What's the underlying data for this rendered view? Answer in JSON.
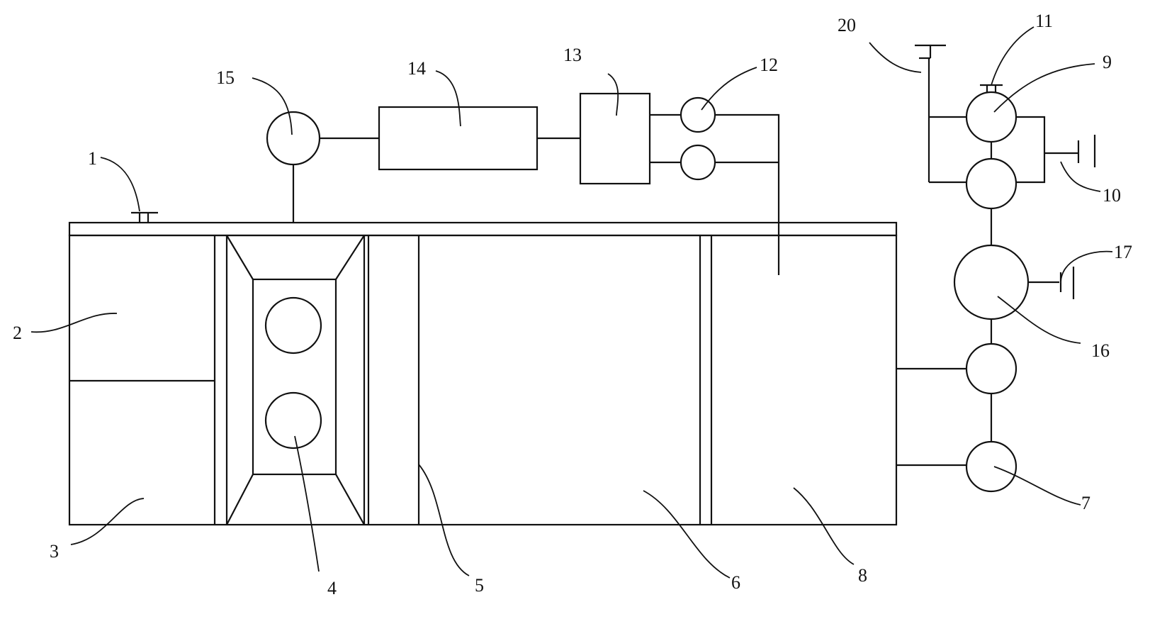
{
  "labels": {
    "l1": "1",
    "l2": "2",
    "l3": "3",
    "l4": "4",
    "l5": "5",
    "l6": "6",
    "l7": "7",
    "l8": "8",
    "l9": "9",
    "l10": "10",
    "l11": "11",
    "l12": "12",
    "l13": "13",
    "l14": "14",
    "l15": "15",
    "l16": "16",
    "l17": "17",
    "l20": "20"
  },
  "colors": {
    "line": "#111111",
    "background": "#ffffff"
  }
}
